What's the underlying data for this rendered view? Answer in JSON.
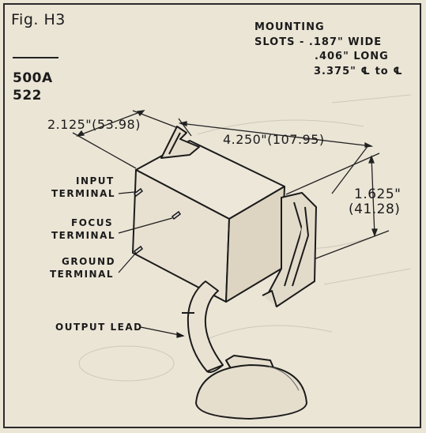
{
  "figure": {
    "label": "Fig. H3",
    "models": [
      "500A",
      "522"
    ]
  },
  "mounting": {
    "title": "MOUNTING",
    "wide": "SLOTS - .187\" WIDE",
    "long": ".406\" LONG",
    "center": "3.375\" ℄ to ℄"
  },
  "dimensions": {
    "depth": "2.125\"(53.98)",
    "length": "4.250\"(107.95)",
    "height_in": "1.625\"",
    "height_mm": "(41.28)"
  },
  "callouts": {
    "input": [
      "INPUT",
      "TERMINAL"
    ],
    "focus": [
      "FOCUS",
      "TERMINAL"
    ],
    "ground": [
      "GROUND",
      "TERMINAL"
    ],
    "output": "OUTPUT LEAD"
  },
  "colors": {
    "paper": "#ebe5d6",
    "ink": "#1b1b1b"
  }
}
